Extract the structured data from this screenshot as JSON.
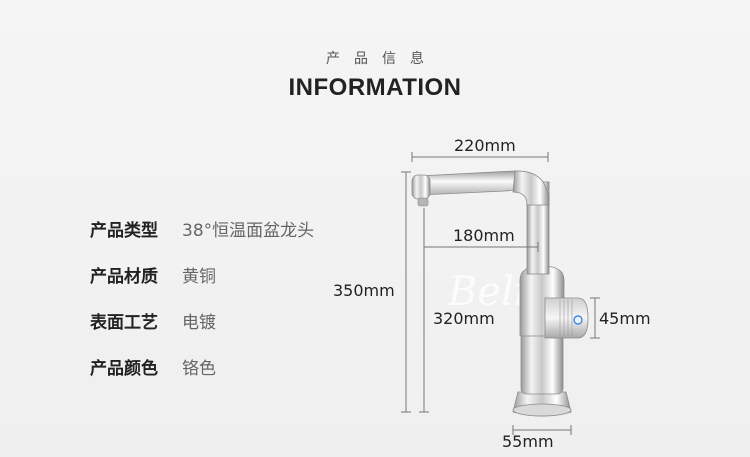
{
  "header": {
    "subtitle": "产品信息",
    "title": "INFORMATION"
  },
  "specs": [
    {
      "label": "产品类型",
      "value": "38°恒温面盆龙头"
    },
    {
      "label": "产品材质",
      "value": "黄铜"
    },
    {
      "label": "表面工艺",
      "value": "电镀"
    },
    {
      "label": "产品颜色",
      "value": "铬色"
    }
  ],
  "dimensions": {
    "width_top": "220mm",
    "spout_reach": "180mm",
    "total_height": "350mm",
    "spout_height": "320mm",
    "knob_height": "45mm",
    "base_diameter": "55mm"
  },
  "watermark": "Belito"
}
